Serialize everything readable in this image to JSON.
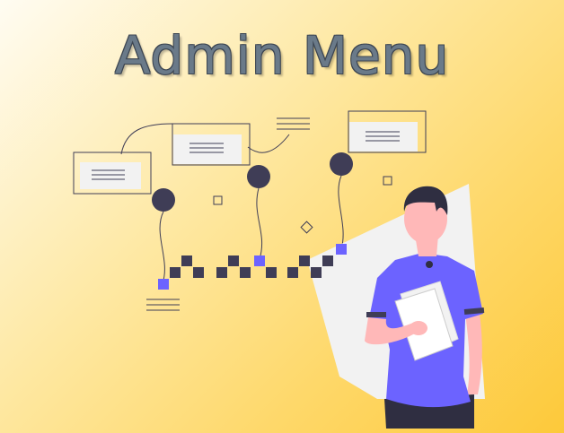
{
  "title": "Admin Menu",
  "colors": {
    "accent": "#6c63ff",
    "dark": "#3f3d56",
    "skin": "#ffb8b8",
    "hair": "#2f2e41",
    "panel": "#f2f2f2",
    "background_start": "#fffcf2",
    "background_end": "#fdc93a"
  },
  "icons": [
    "card-icon",
    "node-icon",
    "text-lines-icon",
    "checker-pattern",
    "person-illustration",
    "document-icon"
  ]
}
